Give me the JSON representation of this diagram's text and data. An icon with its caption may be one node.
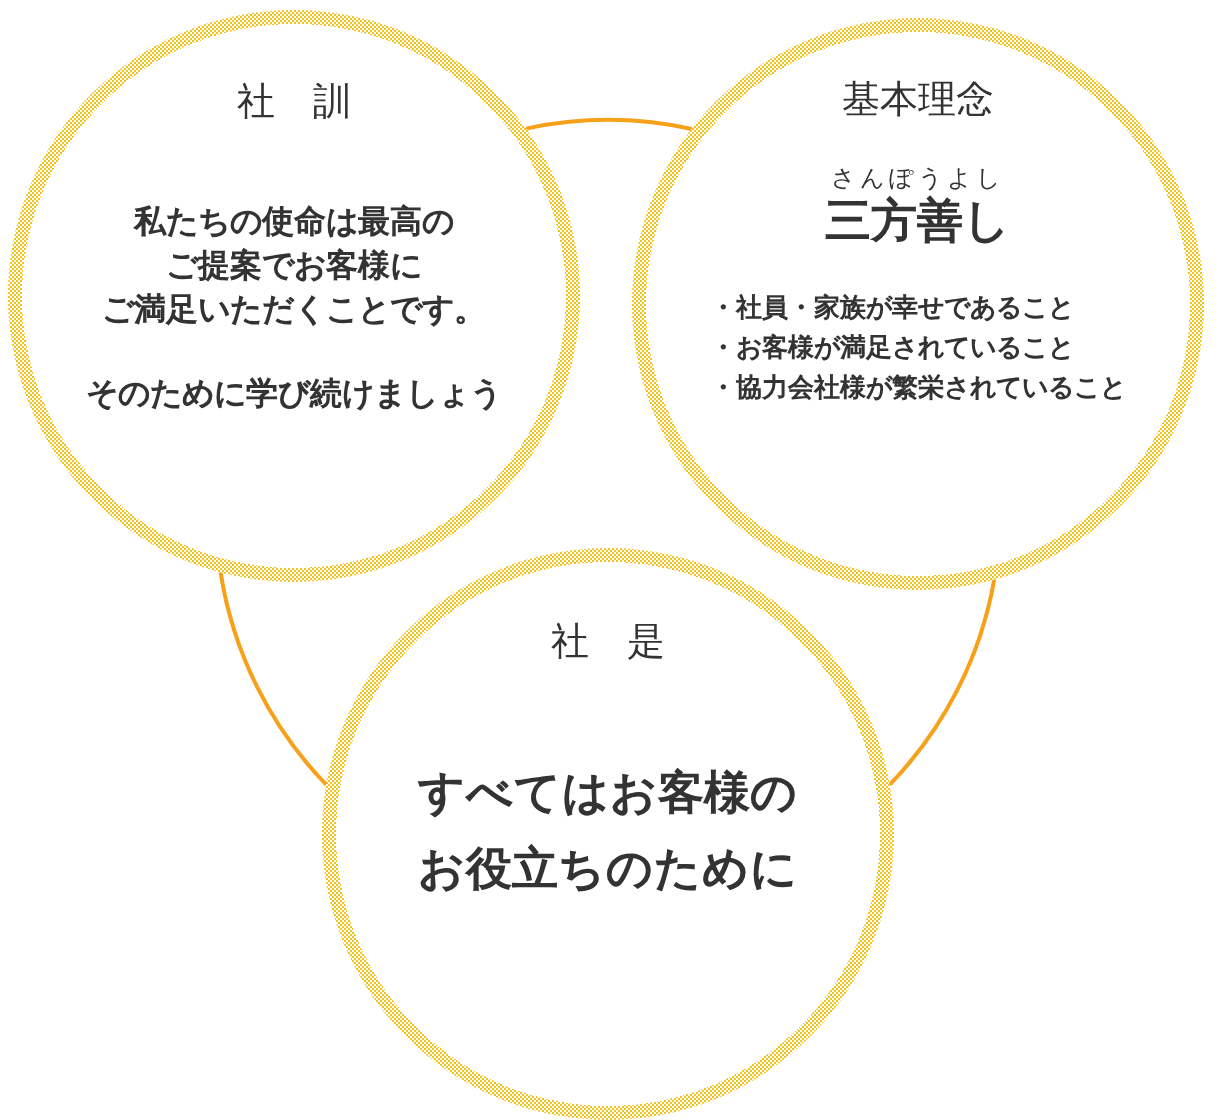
{
  "diagram": {
    "nodes": [
      {
        "text": [
          "社　訓",
          "私たちの使命は最高のご提案でお客様にご満足いただくことです。",
          "そのために学び続けましょう"
        ]
      },
      {
        "text": [
          "基本理念",
          "さんぽうよし",
          "三方善し",
          "・社員・家族が幸せであること",
          "・お客様が満足されていること",
          "・協力会社様が繁栄されていること"
        ]
      },
      {
        "text": [
          "社　是",
          "すべてはお客様のお役立ちのために"
        ]
      }
    ],
    "edges": [
      {
        "from": 0,
        "to": 1,
        "arrow": "none"
      },
      {
        "from": 1,
        "to": 2,
        "arrow": "none"
      },
      {
        "from": 2,
        "to": 0,
        "arrow": "none"
      }
    ]
  }
}
